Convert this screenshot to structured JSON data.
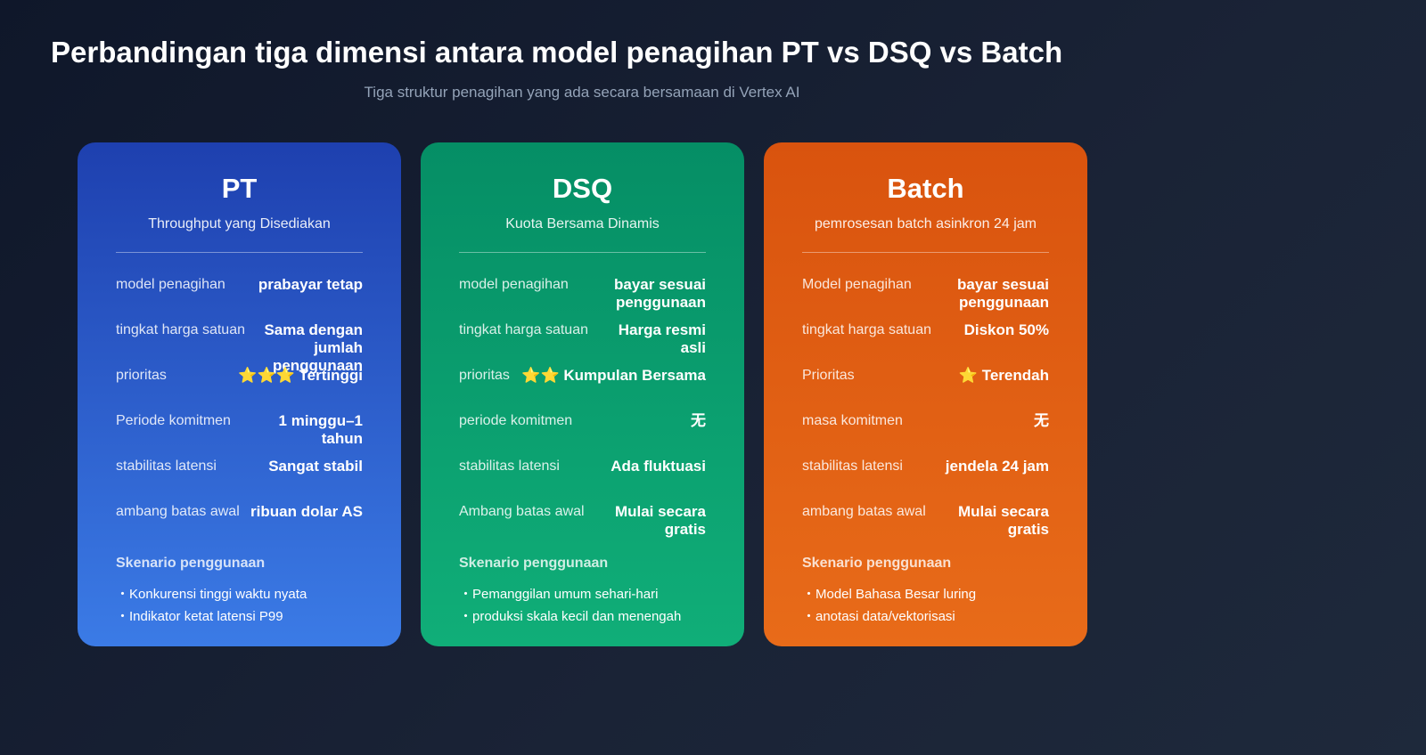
{
  "header": {
    "title": "Perbandingan tiga dimensi antara model penagihan PT vs DSQ vs Batch",
    "subtitle": "Tiga struktur penagihan yang ada secara bersamaan di Vertex AI"
  },
  "cards": [
    {
      "name": "PT",
      "subtitle": "Throughput yang Disediakan",
      "color": "#1e40af",
      "rows": [
        {
          "label": "model penagihan",
          "value": "prabayar tetap"
        },
        {
          "label": "tingkat harga satuan",
          "value": "Sama dengan jumlah penggunaan"
        },
        {
          "label": "prioritas",
          "value": "⭐⭐⭐ Tertinggi"
        },
        {
          "label": "Periode komitmen",
          "value": "1 minggu–1 tahun"
        },
        {
          "label": "stabilitas latensi",
          "value": "Sangat stabil"
        },
        {
          "label": "ambang batas awal",
          "value": "ribuan dolar AS"
        }
      ],
      "scenario_title": "Skenario penggunaan",
      "scenarios": [
        "・Konkurensi tinggi waktu nyata",
        "・Indikator ketat latensi P99"
      ]
    },
    {
      "name": "DSQ",
      "subtitle": "Kuota Bersama Dinamis",
      "color": "#059669",
      "rows": [
        {
          "label": "model penagihan",
          "value": "bayar sesuai penggunaan"
        },
        {
          "label": "tingkat harga satuan",
          "value": "Harga resmi asli"
        },
        {
          "label": "prioritas",
          "value": "⭐⭐ Kumpulan Bersama"
        },
        {
          "label": "periode komitmen",
          "value": "无"
        },
        {
          "label": "stabilitas latensi",
          "value": "Ada fluktuasi"
        },
        {
          "label": "Ambang batas awal",
          "value": "Mulai secara gratis"
        }
      ],
      "scenario_title": "Skenario penggunaan",
      "scenarios": [
        "・Pemanggilan umum sehari-hari",
        "・produksi skala kecil dan menengah"
      ]
    },
    {
      "name": "Batch",
      "subtitle": "pemrosesan batch asinkron 24 jam",
      "color": "#ea580c",
      "rows": [
        {
          "label": "Model penagihan",
          "value": "bayar sesuai penggunaan"
        },
        {
          "label": "tingkat harga satuan",
          "value": "Diskon 50%"
        },
        {
          "label": "Prioritas",
          "value": "⭐ Terendah"
        },
        {
          "label": "masa komitmen",
          "value": "无"
        },
        {
          "label": "stabilitas latensi",
          "value": "jendela 24 jam"
        },
        {
          "label": "ambang batas awal",
          "value": "Mulai secara gratis"
        }
      ],
      "scenario_title": "Skenario penggunaan",
      "scenarios": [
        "・Model Bahasa Besar luring",
        "・anotasi data/vektorisasi"
      ]
    }
  ]
}
